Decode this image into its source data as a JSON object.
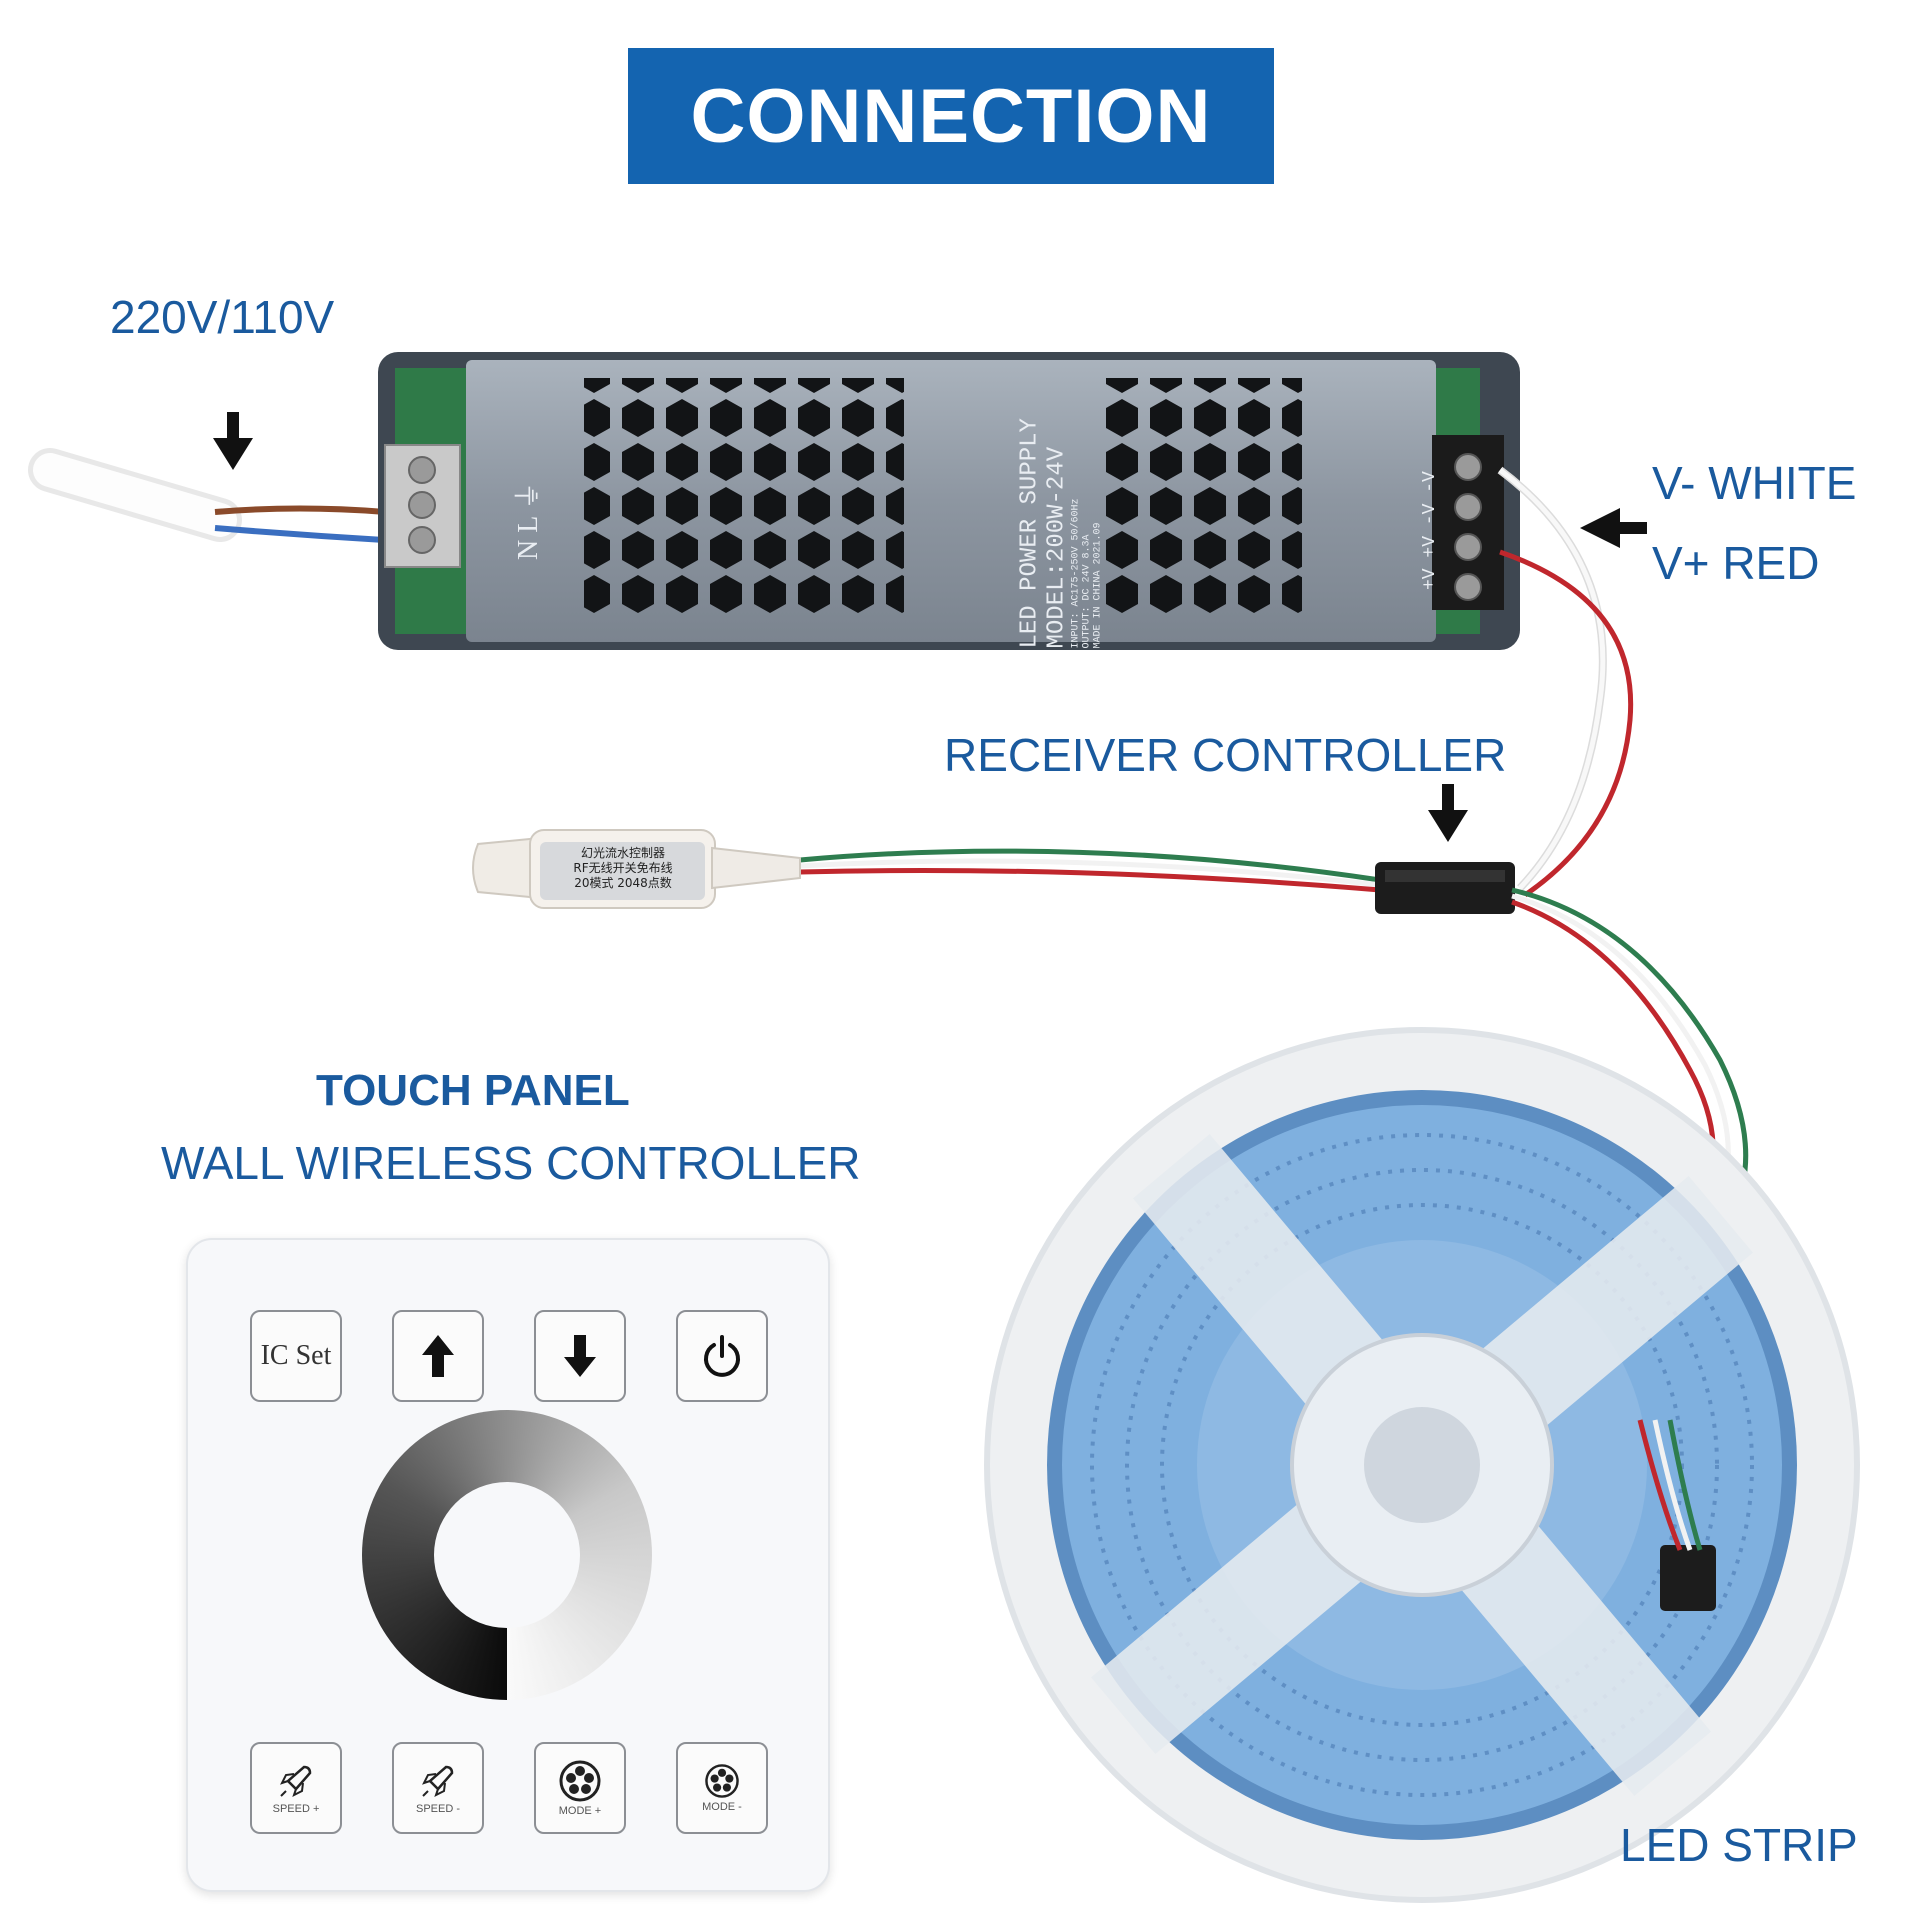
{
  "banner": {
    "title": "CONNECTION"
  },
  "labels": {
    "input_voltage": "220V/110V",
    "v_minus": "V- WHITE",
    "v_plus": "V+ RED",
    "receiver": "RECEIVER CONTROLLER",
    "touch_panel": "TOUCH PANEL",
    "wall_controller": "WALL WIRELESS CONTROLLER",
    "led_strip": "LED STRIP"
  },
  "power_supply": {
    "line1": "LED POWER SUPPLY",
    "line2": "MODEL:200W-24V",
    "line3": "INPUT: AC175-250V 50/60Hz",
    "line4": "OUTPUT: DC 24V 8.3A",
    "line5": "MADE IN CHINA 2021.09",
    "input_terminals": "N L ⏚",
    "output_terminals": "+V +V -V -V"
  },
  "receiver": {
    "line1": "幻光流水控制器",
    "line2": "RF无线开关免布线",
    "line3": "20模式 2048点数"
  },
  "touch_panel": {
    "buttons_top": [
      {
        "label": "IC Set",
        "icon": "text"
      },
      {
        "label": "",
        "icon": "arrow-up-icon"
      },
      {
        "label": "",
        "icon": "arrow-down-icon"
      },
      {
        "label": "",
        "icon": "power-icon"
      }
    ],
    "buttons_bottom": [
      {
        "label": "SPEED +",
        "icon": "rocket-icon"
      },
      {
        "label": "SPEED -",
        "icon": "rocket-icon"
      },
      {
        "label": "MODE +",
        "icon": "mode-icon"
      },
      {
        "label": "MODE -",
        "icon": "mode-icon"
      }
    ]
  },
  "colors": {
    "banner": "#1464b0",
    "label_text": "#1a5a9e",
    "wire_red": "#c0272d",
    "wire_white": "#f4f4f4",
    "wire_green": "#2e7d4f",
    "led_strip": "#7fb0df"
  }
}
